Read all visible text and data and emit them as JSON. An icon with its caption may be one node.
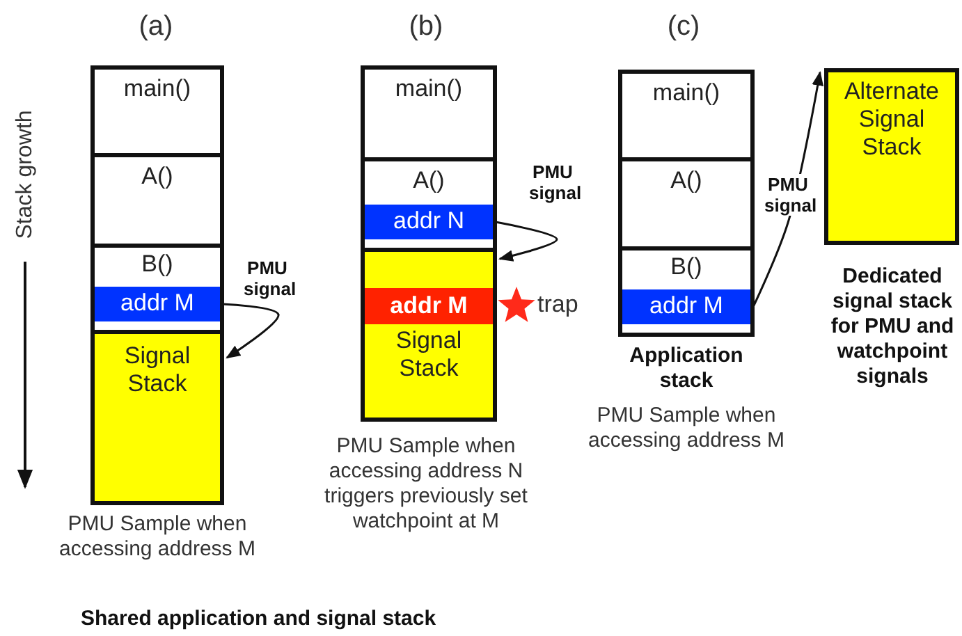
{
  "diagram": {
    "caption": "Shared application and signal stack",
    "nodes": [
      {
        "text": [
          "main()"
        ]
      },
      {
        "text": [
          "A()"
        ]
      },
      {
        "text": [
          "B()"
        ]
      },
      {
        "text": [
          "addr M"
        ],
        "in": 2
      },
      {
        "text": [
          "Signal Stack"
        ]
      },
      {
        "text": [
          "main()"
        ]
      },
      {
        "text": [
          "A()"
        ]
      },
      {
        "text": [
          "addr N"
        ],
        "in": 6
      },
      {
        "text": [
          "Signal Stack"
        ]
      },
      {
        "text": [
          "addr M"
        ],
        "in": 8,
        "beside": [
          "trap"
        ]
      },
      {
        "text": [
          "main()"
        ]
      },
      {
        "text": [
          "A()"
        ]
      },
      {
        "text": [
          "B()"
        ]
      },
      {
        "text": [
          "addr M"
        ],
        "in": 12
      },
      {
        "text": [
          "Alternate Signal Stack"
        ]
      }
    ],
    "edges": [
      {
        "from": 3,
        "to": 4,
        "arrow": "to",
        "label": "PMU signal"
      },
      {
        "from": 7,
        "to": 8,
        "arrow": "to",
        "label": "PMU signal"
      },
      {
        "from": 13,
        "to": 14,
        "arrow": "to",
        "label": "PMU signal"
      }
    ],
    "labels": [
      "(a)",
      "(b)",
      "(c)",
      "Stack growth",
      "PMU Sample when accessing address M",
      "PMU Sample when accessing address N triggers previously set watchpoint at M",
      "Application stack",
      "PMU Sample when accessing address M",
      "Dedicated signal stack for PMU and watchpoint signals"
    ]
  }
}
